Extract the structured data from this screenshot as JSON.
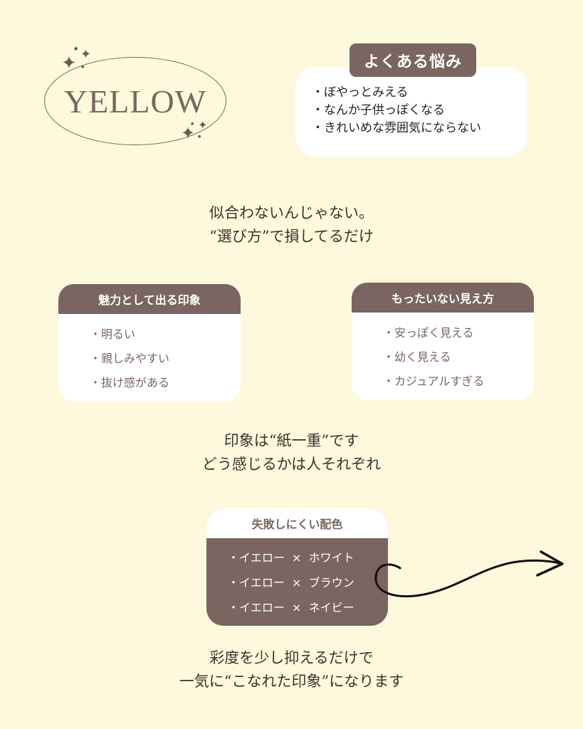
{
  "logo": {
    "text": "YELLOW",
    "sparkle_glyph": "✦",
    "sparkle_small_glyph": "✧"
  },
  "worries": {
    "tag": "よくある悩み",
    "items": [
      "・ぼやっとみえる",
      "・なんか子供っぽくなる",
      "・きれいめな雰囲気にならない"
    ]
  },
  "message1": {
    "line1": "似合わないんじゃない。",
    "line2": "“選び方”で損してるだけ"
  },
  "appeal_card": {
    "title": "魅力として出る印象",
    "items": [
      "・明るい",
      "・親しみやすい",
      "・抜け感がある"
    ]
  },
  "waste_card": {
    "title": "もったいない見え方",
    "items": [
      "・安っぽく見える",
      "・幼く見える",
      "・カジュアルすぎる"
    ]
  },
  "message2": {
    "line1": "印象は“紙一重”です",
    "line2": "どう感じるかは人それぞれ"
  },
  "combo_card": {
    "title": "失敗しにくい配色",
    "items": [
      "・イエロー  ×  ホワイト",
      "・イエロー  ×  ブラウン",
      "・イエロー  ×  ネイビー"
    ]
  },
  "message3": {
    "line1": "彩度を少し抑えるだけで",
    "line2": "一気に“こなれた印象”になります"
  },
  "colors": {
    "background": "#fef9dc",
    "brown": "#7a6560",
    "white": "#ffffff",
    "text": "#3a3230"
  }
}
